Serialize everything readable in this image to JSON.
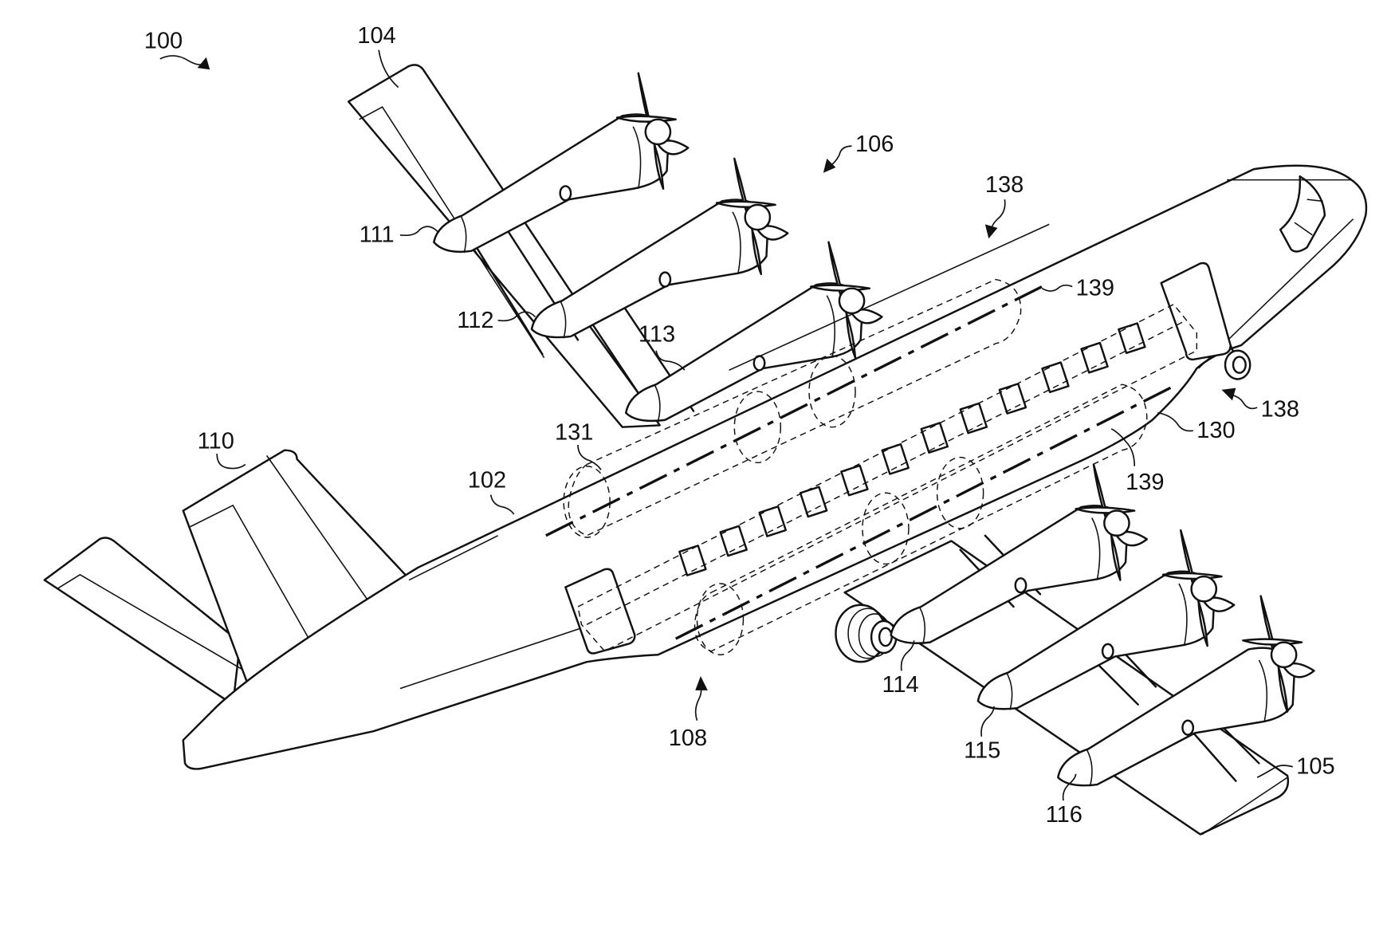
{
  "figure": {
    "title": "Aircraft with distributed propulsion and fuselage-mounted fuel tanks (perspective view)",
    "background_color": "#ffffff",
    "line_color": "#111111"
  },
  "labels": {
    "aircraft": "100",
    "fuselage": "102",
    "left_wing": "104",
    "right_wing": "105",
    "upper_side": "106",
    "lower_side": "108",
    "tail": "110",
    "engine_1": "111",
    "engine_2": "112",
    "engine_3": "113",
    "engine_4": "114",
    "engine_5": "115",
    "engine_6": "116",
    "cabin": "130",
    "fuel_tank": "131",
    "landing_gear_top": "138",
    "landing_gear_side": "138",
    "tank_axis_upper": "139",
    "tank_axis_lower": "139"
  }
}
